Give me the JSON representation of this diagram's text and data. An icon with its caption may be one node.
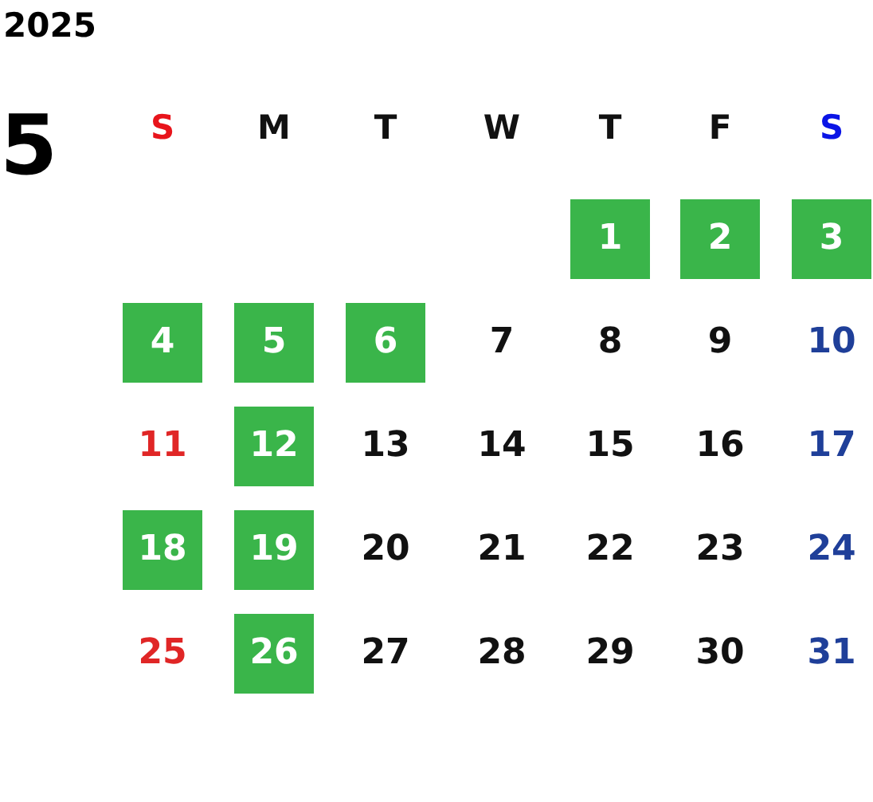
{
  "diagram": {
    "title": "2025",
    "nodes": [
      {
        "text": [
          "1"
        ]
      },
      {
        "text": [
          "2"
        ]
      },
      {
        "text": [
          "3"
        ]
      },
      {
        "text": [
          "4"
        ]
      },
      {
        "text": [
          "5"
        ]
      },
      {
        "text": [
          "6"
        ]
      },
      {
        "text": [
          "12"
        ]
      },
      {
        "text": [
          "18"
        ]
      },
      {
        "text": [
          "19"
        ]
      },
      {
        "text": [
          "26"
        ]
      }
    ],
    "labels": [
      "5",
      "S",
      "M",
      "T",
      "W",
      "T",
      "F",
      "S",
      "7",
      "8",
      "9",
      "10",
      "11",
      "13",
      "14",
      "15",
      "16",
      "17",
      "20",
      "21",
      "22",
      "23",
      "24",
      "25",
      "27",
      "28",
      "29",
      "30",
      "31"
    ]
  }
}
